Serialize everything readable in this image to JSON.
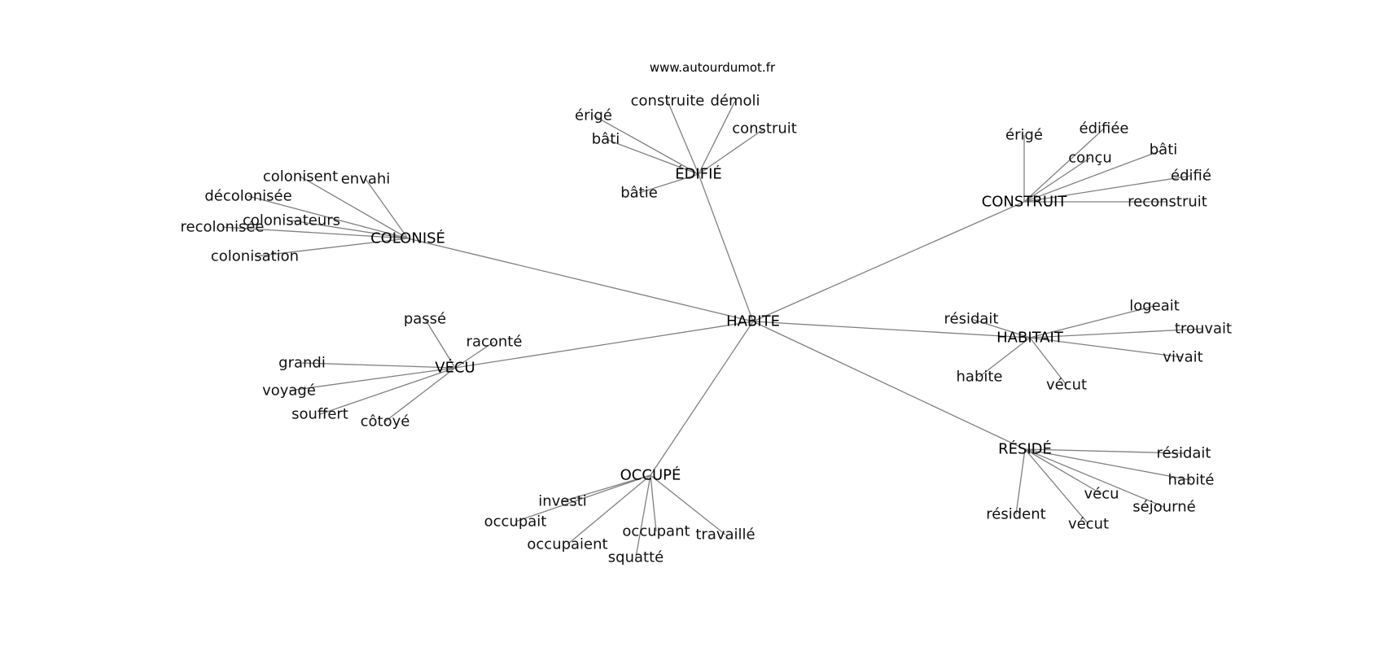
{
  "site": "www.autourdumot.fr",
  "graph": {
    "center": "HABITE",
    "clusters": [
      {
        "hub": "ÉDIFIÉ",
        "words": [
          "érigé",
          "construite",
          "démoli",
          "construit",
          "bâti",
          "bâtie"
        ]
      },
      {
        "hub": "CONSTRUIT",
        "words": [
          "érigé",
          "édifiée",
          "conçu",
          "bâti",
          "édifié",
          "reconstruit"
        ]
      },
      {
        "hub": "COLONISÉ",
        "words": [
          "colonisent",
          "envahi",
          "décolonisée",
          "colonisateurs",
          "recolonisée",
          "colonisation"
        ]
      },
      {
        "hub": "VÉCU",
        "words": [
          "passé",
          "raconté",
          "grandi",
          "voyagé",
          "souffert",
          "côtoyé"
        ]
      },
      {
        "hub": "HABITAIT",
        "words": [
          "résidait",
          "logeait",
          "trouvait",
          "vivait",
          "habite",
          "vécut"
        ]
      },
      {
        "hub": "OCCUPÉ",
        "words": [
          "investi",
          "occupait",
          "occupaient",
          "occupant",
          "travaillé",
          "squatté"
        ]
      },
      {
        "hub": "RÉSIDÉ",
        "words": [
          "résidait",
          "habité",
          "vécu",
          "séjourné",
          "résident",
          "vécut"
        ]
      }
    ]
  },
  "colors": {
    "edge": "#808080",
    "text": "#111111",
    "background": "#ffffff"
  }
}
